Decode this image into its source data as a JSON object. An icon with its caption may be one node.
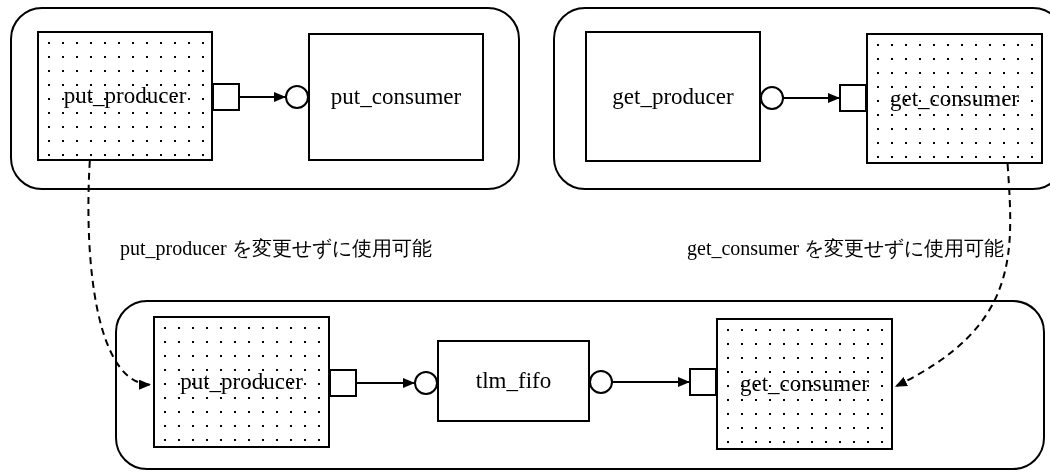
{
  "diagram": {
    "nodes": [
      {
        "text": [],
        "shape": "box"
      },
      {
        "text": [
          "put_producer"
        ],
        "in": 0
      },
      {
        "text": [
          "put_consumer"
        ],
        "in": 0
      },
      {
        "text": [],
        "shape": "box"
      },
      {
        "text": [
          "get_producer"
        ],
        "in": 3
      },
      {
        "text": [
          "get_consumer"
        ],
        "in": 3
      },
      {
        "text": [],
        "shape": "box"
      },
      {
        "text": [
          "put_producer"
        ],
        "in": 6
      },
      {
        "text": [
          "tlm_fifo"
        ],
        "in": 6
      },
      {
        "text": [
          "get_consumer"
        ],
        "in": 6
      }
    ],
    "edges": [
      {
        "from": 1,
        "to": 2,
        "arrow": "to"
      },
      {
        "from": 4,
        "to": 5,
        "arrow": "to"
      },
      {
        "from": 1,
        "to": 7,
        "arrow": "to",
        "style": "dashed",
        "label": "put_producer を変更せずに使用可能"
      },
      {
        "from": 5,
        "to": 9,
        "arrow": "to",
        "style": "dashed",
        "label": "get_consumer を変更せずに使用可能"
      },
      {
        "from": 7,
        "to": 8,
        "arrow": "to"
      },
      {
        "from": 8,
        "to": 9,
        "arrow": "to"
      }
    ]
  }
}
